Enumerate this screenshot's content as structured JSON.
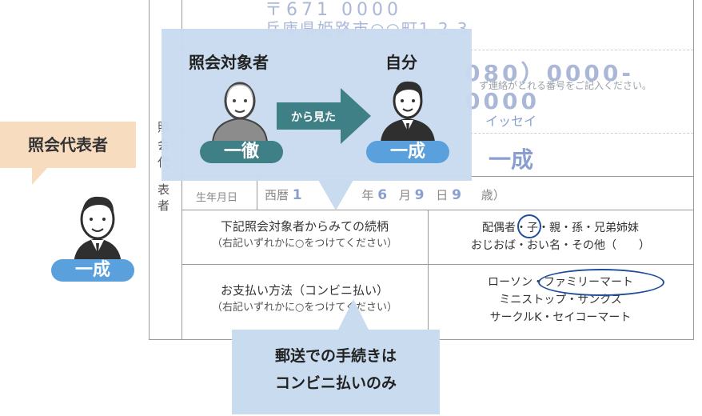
{
  "form": {
    "postal": "〒671 0000",
    "address": "兵庫県姫路市○○町1-2-3",
    "phone": "080）0000-0000",
    "phone_note": "ず連絡がとれる番号をご記入ください。",
    "kana": "イッセイ",
    "name": "一成",
    "side_chars": [
      "照",
      "会",
      "代",
      "表",
      "者"
    ],
    "dob_label": "生年月日",
    "dob": {
      "era": "西暦",
      "year_prefix": "1",
      "year_unit": "年",
      "month": "6",
      "month_unit": "月",
      "day": "9",
      "day_unit": "日",
      "age": "9",
      "age_unit": "歳）"
    },
    "relation": {
      "title": "下記照会対象者からみての続柄",
      "sub": "（右記いずれかに○をつけてください）",
      "options_line1": "配偶者・子・親・孫・兄弟姉妹",
      "options_line2": "おじおば・おい名・その他（　　）",
      "selected": "子"
    },
    "payment": {
      "title": "お支払い方法（コンビニ払い）",
      "sub": "（右記いずれかに○をつけてください）",
      "options_line1": "ローソン・ファミリーマート",
      "options_line2": "ミニストップ・サンクス",
      "options_line3": "サークルK・セイコーマート",
      "selected": "ファミリーマート"
    }
  },
  "callout_top": {
    "target_label": "照会対象者",
    "self_label": "自分",
    "arrow_text": "から見た",
    "target_name": "一徹",
    "self_name": "一成"
  },
  "representative": {
    "label": "照会代表者",
    "name": "一成"
  },
  "callout_bottom": {
    "line1": "郵送での手続きは",
    "line2": "コンビニ払いのみ"
  },
  "colors": {
    "callout_bg": "#c9dbef",
    "rep_bg": "#f8dcc0",
    "badge_dark": "#3f7f86",
    "badge_light": "#5aa0dc",
    "circle": "#1f4e9a"
  }
}
